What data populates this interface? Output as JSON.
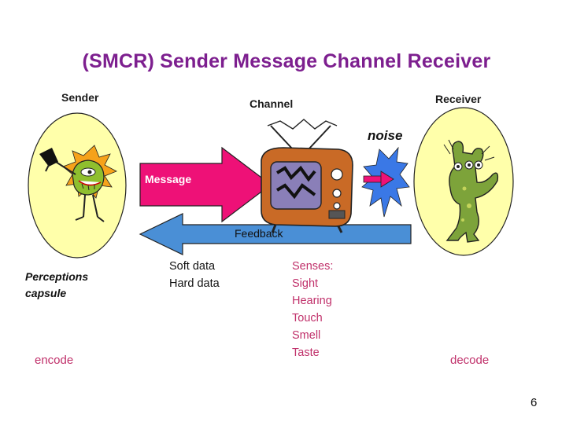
{
  "title": "(SMCR) Sender Message Channel Receiver",
  "labels": {
    "sender": "Sender",
    "channel": "Channel",
    "receiver": "Receiver",
    "noise": "noise",
    "message": "Message",
    "feedback": "Feedback",
    "perceptions_line1": "Perceptions",
    "perceptions_line2": "capsule",
    "encode": "encode",
    "decode": "decode"
  },
  "data_types": [
    "Soft data",
    "Hard data"
  ],
  "senses": [
    "Senses:",
    "Sight",
    "Hearing",
    "Touch",
    "Smell",
    "Taste"
  ],
  "page_number": "6",
  "colors": {
    "title": "#7d1f8f",
    "oval_fill": "#ffffaa",
    "message_arrow": "#ee1177",
    "feedback_arrow": "#4a8fd6",
    "noise_burst": "#3a78e6",
    "pink_text": "#c0306a"
  },
  "icons": [
    "sender-cartoon-icon",
    "television-icon",
    "receiver-cartoon-icon",
    "noise-burst-icon"
  ]
}
